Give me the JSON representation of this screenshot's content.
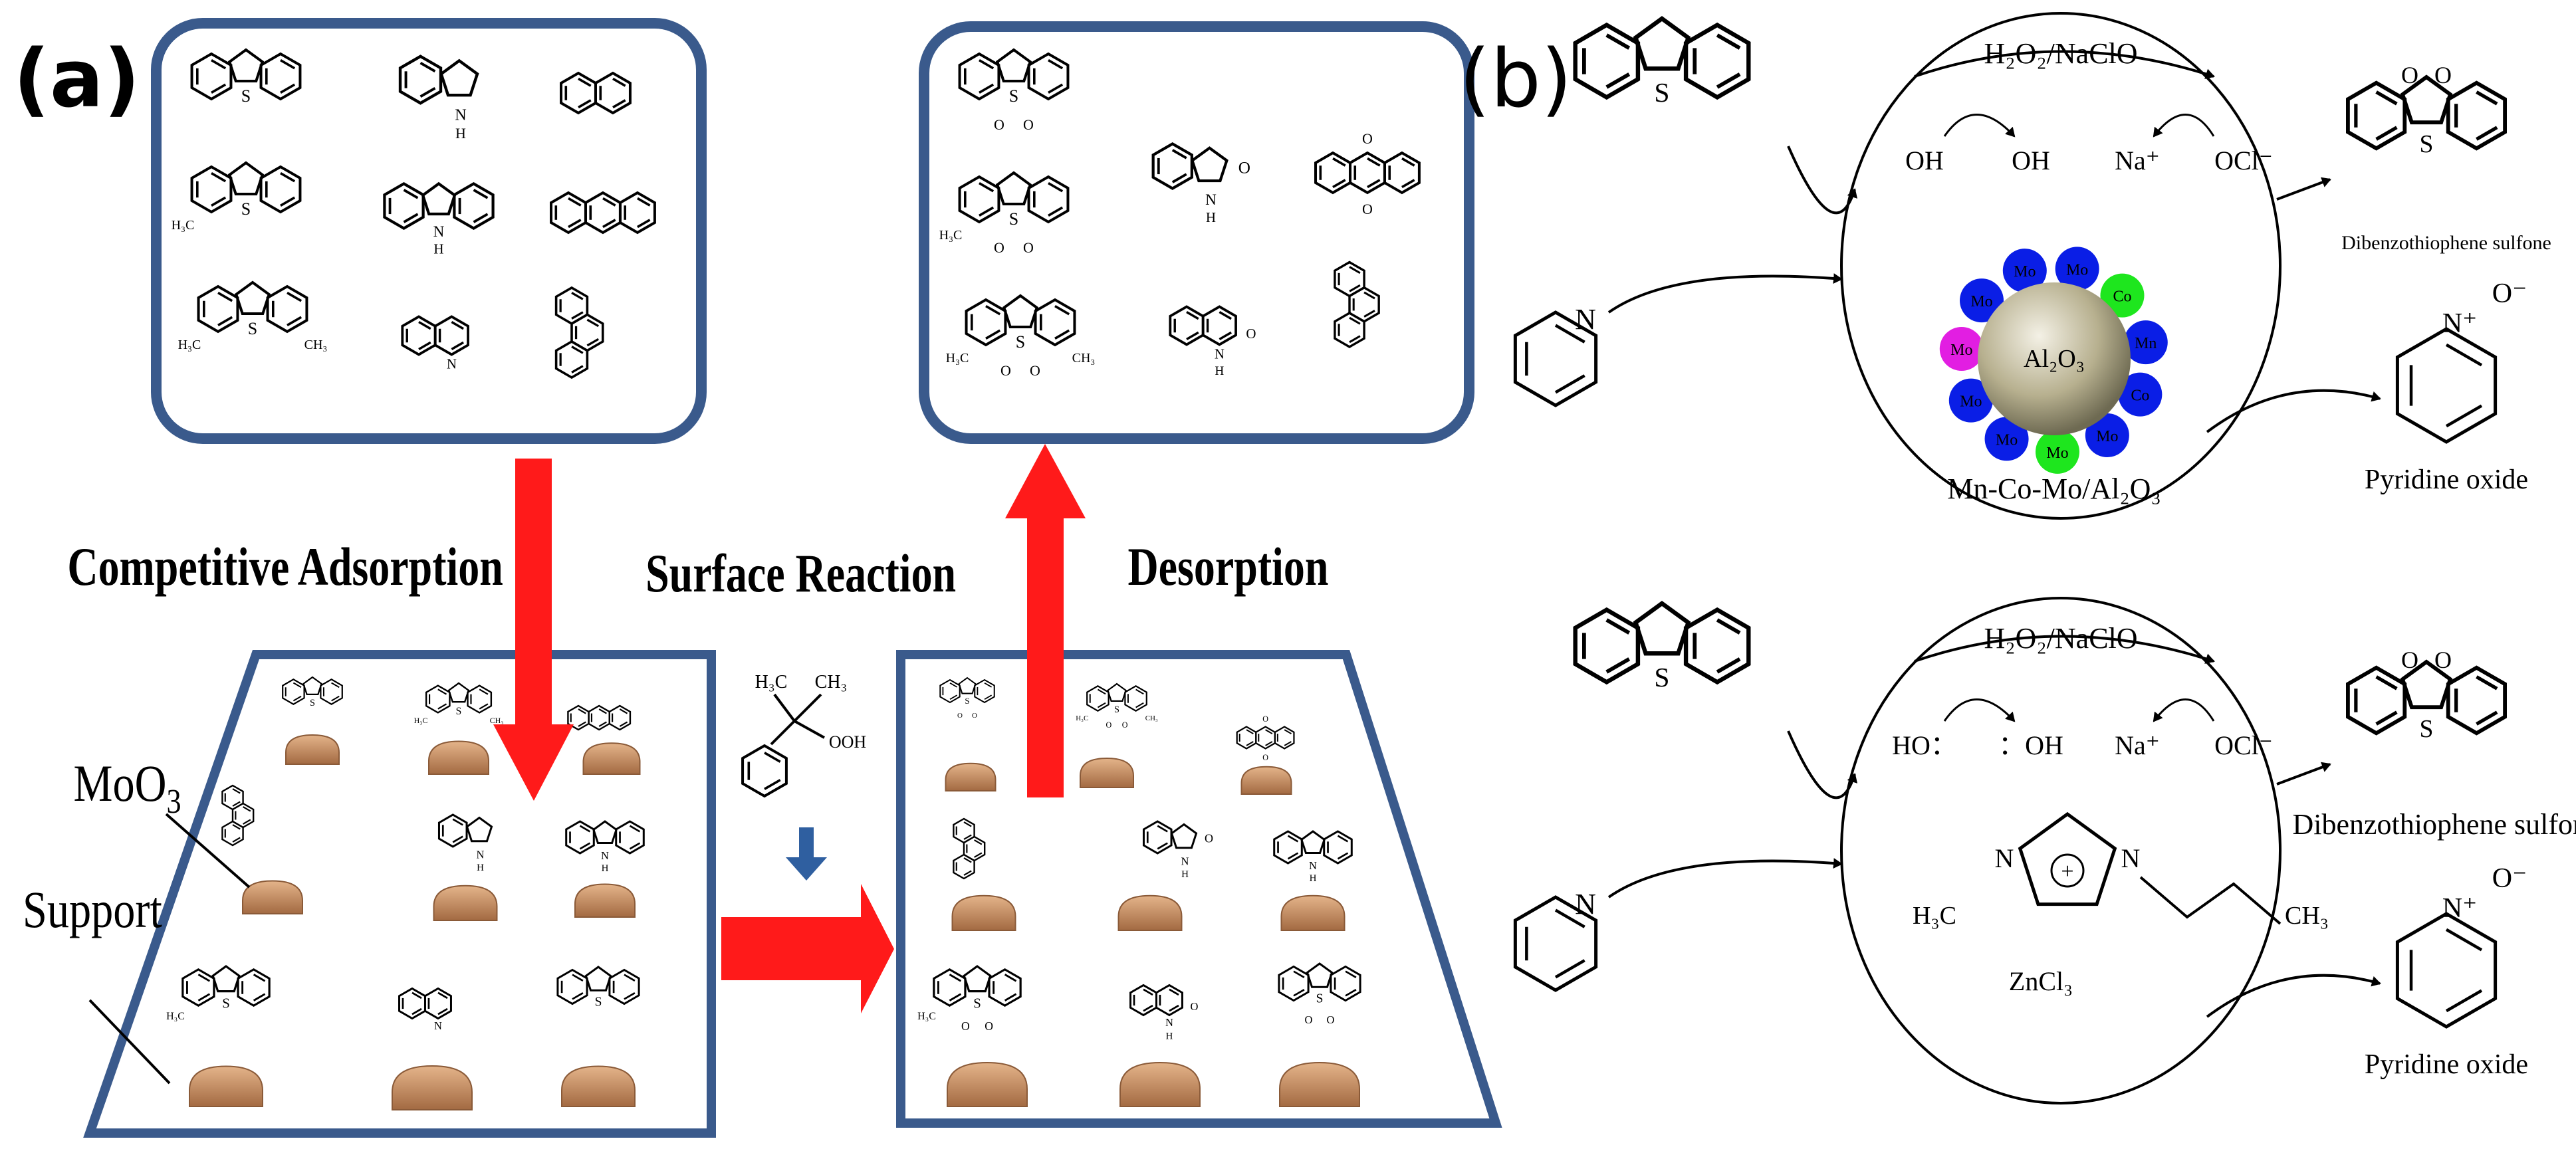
{
  "panel_a": {
    "label": "(a)",
    "steps": {
      "adsorption": "Competitive Adsorption",
      "reaction": "Surface Reaction",
      "desorption": "Desorption"
    },
    "legend": {
      "moo3": "MoO",
      "moo3_sub": "3",
      "support": "Support"
    }
  },
  "panel_b": {
    "label": "(b)",
    "top": {
      "oxidant": "H₂O₂/NaClO",
      "species": [
        "OH",
        "OH",
        "Na⁺",
        "OCl⁻"
      ],
      "catalyst_core": "Al₂O₃",
      "catalyst_name": "Mn-Co-Mo/Al₂O₃",
      "dopants": [
        "Mo",
        "Co",
        "Mn",
        "Co",
        "Mo",
        "Mo",
        "Mo",
        "Mo",
        "Mo",
        "Mo",
        "Mo"
      ],
      "product_sulfone": "Dibenzothiophene sulfone",
      "product_pyridine": "Pyridine oxide"
    },
    "bottom": {
      "oxidant": "H₂O₂/NaClO",
      "species": [
        "HO：",
        "：OH",
        "Na⁺",
        "OCl⁻"
      ],
      "cation_left": "H₃C",
      "cation_right": "CH₃",
      "anion": "ZnCl₃",
      "product_sulfone": "Dibenzothiophene sulfone",
      "product_pyridine": "Pyridine oxide"
    },
    "atoms": {
      "S": "S",
      "O": "O",
      "N": "N",
      "N_plus": "N⁺",
      "O_minus": "O⁻",
      "plus": "+"
    }
  },
  "molecule_labels": {
    "H": "H",
    "CH3": "CH₃",
    "H3C": "H₃C",
    "OOH": "OOH",
    "O": "O",
    "S": "S",
    "N": "N"
  },
  "colors": {
    "box_border": "#3a5a8c",
    "arrow_red": "#ff1a1a",
    "arrow_blue": "#2f5fa0",
    "bump": "#d09a6c",
    "bump_dark": "#a36a42",
    "mo_blue": "#0a1ee6",
    "co_green": "#1ee61e",
    "mn_magenta": "#e21ee2"
  }
}
